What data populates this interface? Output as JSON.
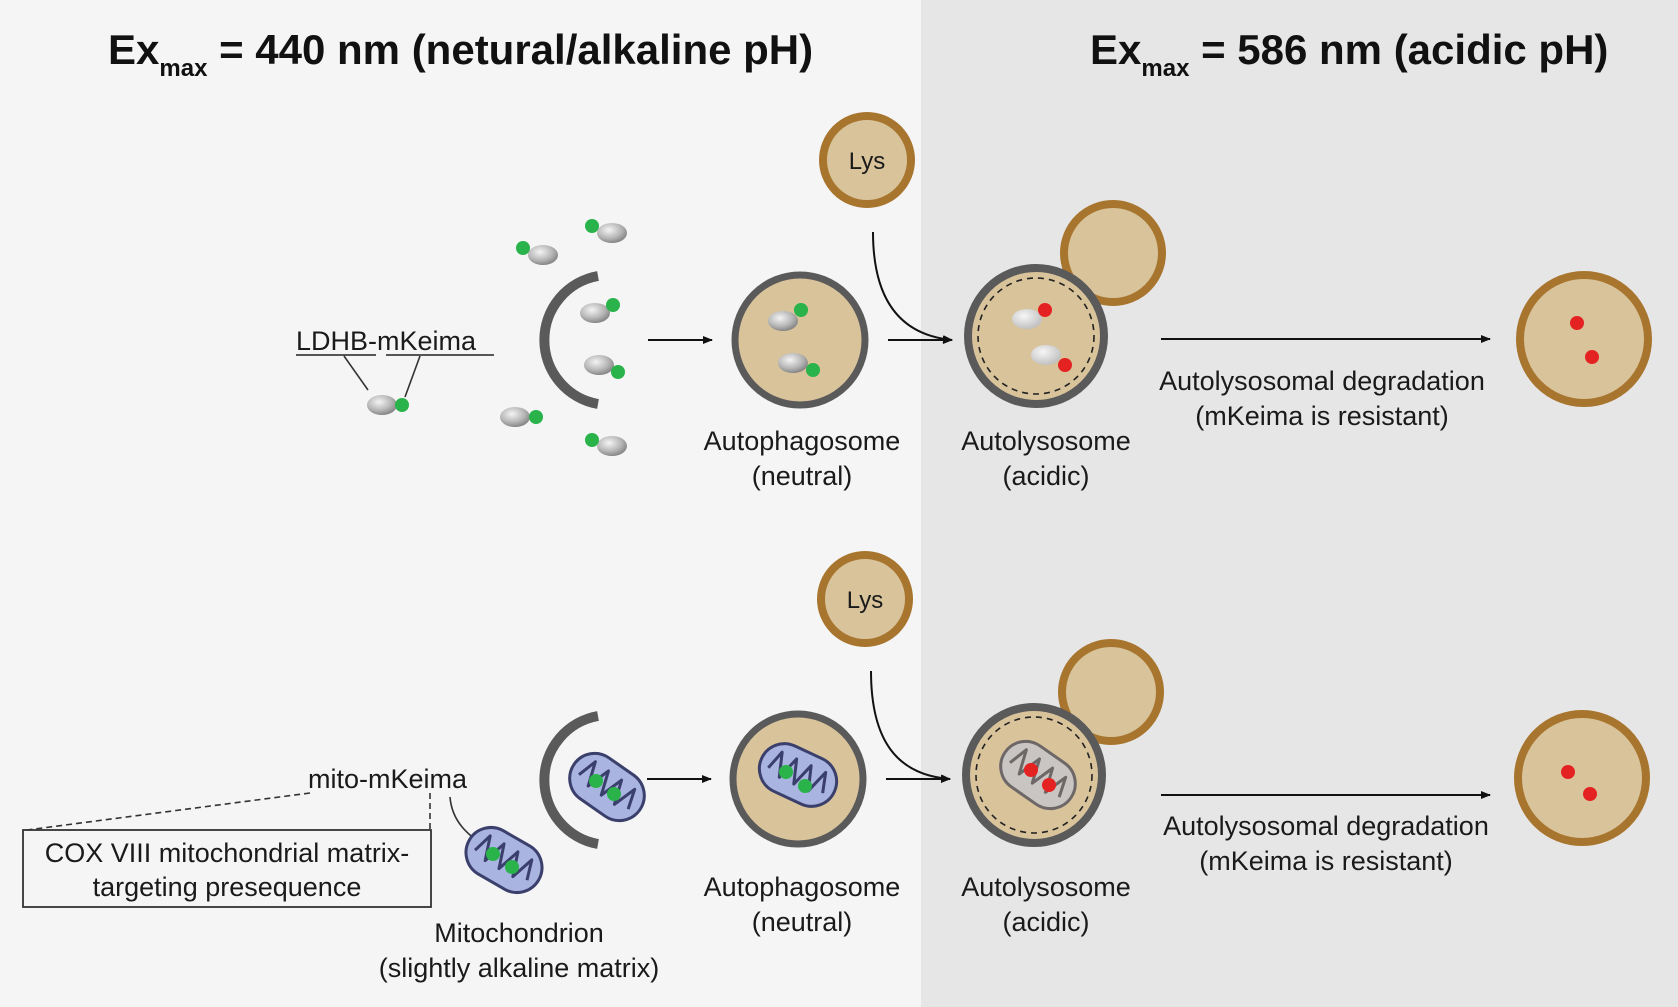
{
  "header_left": {
    "main": "Ex",
    "sub": "max",
    "rest": " = 440 nm (netural/alkaline pH)"
  },
  "header_right": {
    "main": "Ex",
    "sub": "max",
    "rest": " = 586 nm (acidic pH)"
  },
  "top_row": {
    "probe_label_a": "LDHB",
    "probe_label_dash": "-",
    "probe_label_b": "mKeima",
    "lysosome_label": "Lys",
    "autophagosome_line1": "Autophagosome",
    "autophagosome_line2": "(neutral)",
    "autolysosome_line1": "Autolysosome",
    "autolysosome_line2": "(acidic)",
    "degradation_line1": "Autolysosomal degradation",
    "degradation_line2": "(mKeima is resistant)"
  },
  "bottom_row": {
    "probe_label": "mito-mKeima",
    "box_line1": "COX VIII mitochondrial matrix-",
    "box_line2": "targeting presequence",
    "mito_line1": "Mitochondrion",
    "mito_line2": "(slightly alkaline matrix)",
    "lysosome_label": "Lys",
    "autophagosome_line1": "Autophagosome",
    "autophagosome_line2": "(neutral)",
    "autolysosome_line1": "Autolysosome",
    "autolysosome_line2": "(acidic)",
    "degradation_line1": "Autolysosomal degradation",
    "degradation_line2": "(mKeima is resistant)"
  },
  "colors": {
    "left_panel": "#f5f5f5",
    "right_panel": "#e6e6e6",
    "lysosome_fill": "#d8c39b",
    "lysosome_rim": "#a8752e",
    "membrane": "#5a5a5a",
    "green_fluorophore": "#29b34a",
    "red_fluorophore": "#e52222",
    "mitochondrion": "#a9b4e0"
  }
}
